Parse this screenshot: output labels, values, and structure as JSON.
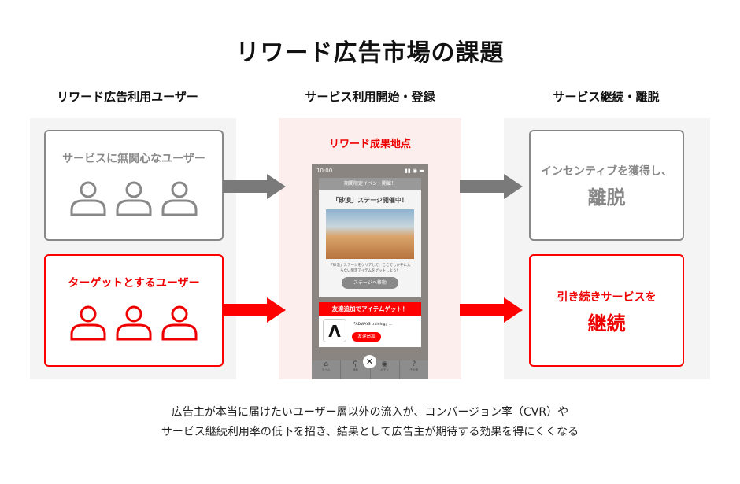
{
  "title": "リワード広告市場の課題",
  "columns": [
    "リワード広告利用ユーザー",
    "サービス利用開始・登録",
    "サービス継続・離脱"
  ],
  "left": {
    "top_label": "サービスに無関心なユーザー",
    "bottom_label": "ターゲットとするユーザー"
  },
  "middle": {
    "label": "リワード成果地点",
    "phone": {
      "time": "10:00",
      "popup_header": "期間限定イベント開催！",
      "popup_title": "「砂漠」ステージ開催中！",
      "popup_desc": "「砂漠」ステージをクリアして、ここでしか手に入らない限定アイテムをゲットしよう！",
      "popup_button": "ステージへ移動",
      "friend_header": "友達追加でアイテムゲット！",
      "friend_name": "「ADWAYS training」...",
      "friend_button": "友達追加",
      "tabs": [
        "ホーム",
        "検索",
        "ガチャ",
        "その他"
      ]
    }
  },
  "right": {
    "top_label": "インセンティブを獲得し、",
    "top_big": "離脱",
    "bottom_label": "引き続きサービスを",
    "bottom_big": "継続"
  },
  "footer": [
    "広告主が本当に届けたいユーザー層以外の流入が、コンバージョン率（CVR）や",
    "サービス継続利用率の低下を招き、結果として広告主が期待する効果を得にくくなる"
  ],
  "colors": {
    "accent": "#ff0000",
    "gray": "#888888"
  }
}
